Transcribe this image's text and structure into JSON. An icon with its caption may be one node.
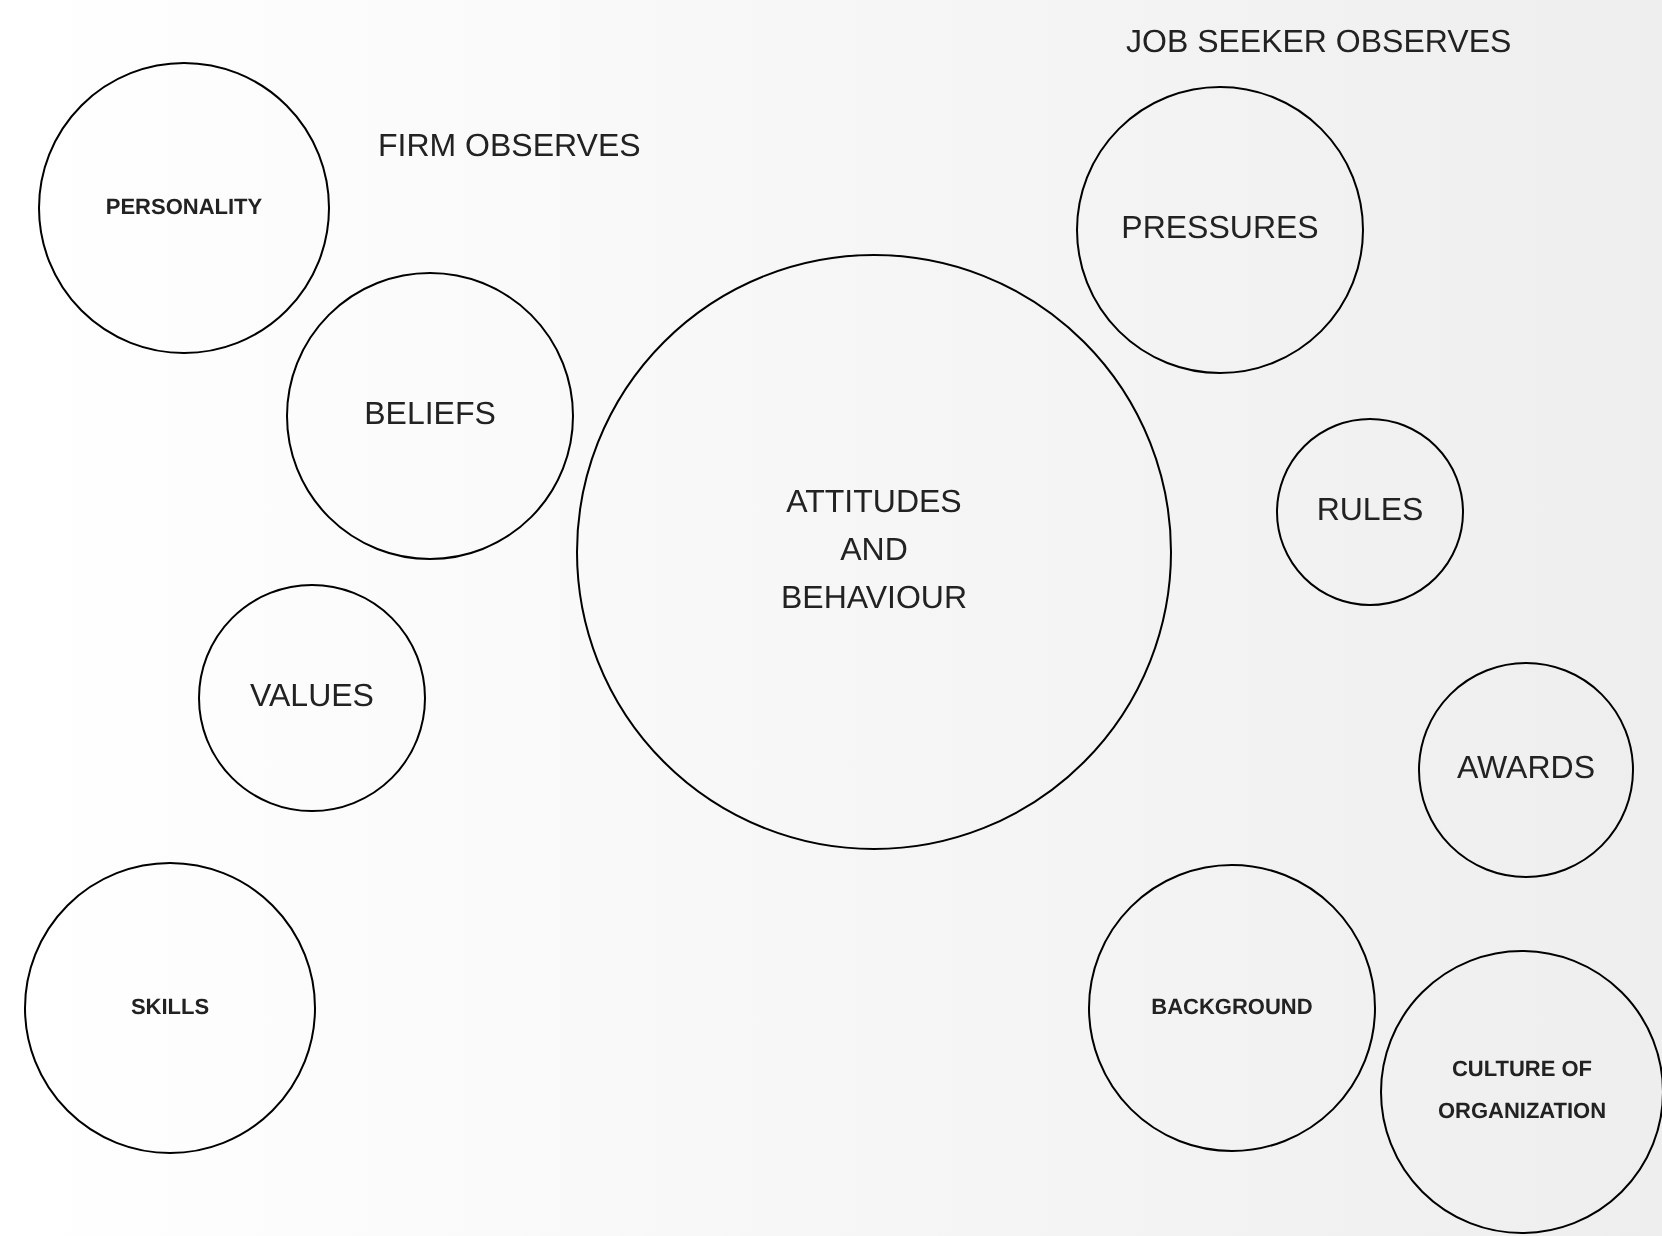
{
  "diagram": {
    "nodes": [
      {
        "text": [
          "PERSONALITY"
        ]
      },
      {
        "text": [
          "BELIEFS"
        ]
      },
      {
        "text": [
          "VALUES"
        ]
      },
      {
        "text": [
          "SKILLS"
        ]
      },
      {
        "text": [
          "ATTITUDES AND BEHAVIOUR"
        ]
      },
      {
        "text": [
          "PRESSURES"
        ]
      },
      {
        "text": [
          "RULES"
        ]
      },
      {
        "text": [
          "AWARDS"
        ]
      },
      {
        "text": [
          "BACKGROUND"
        ]
      },
      {
        "text": [
          "CULTURE OF ORGANIZATION"
        ]
      }
    ],
    "edges": [],
    "labels": [
      "FIRM OBSERVES",
      "JOB SEEKER OBSERVES"
    ]
  }
}
